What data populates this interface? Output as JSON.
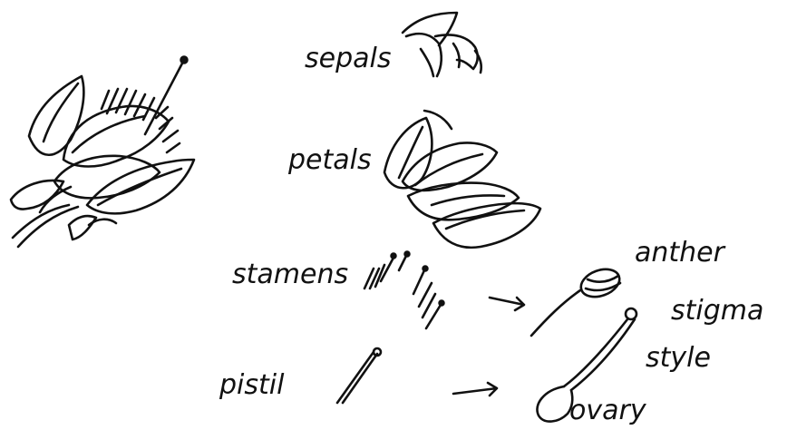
{
  "labels": {
    "sepals": "sepals",
    "petals": "petals",
    "stamens": "stamens",
    "anther": "anther",
    "stigma": "stigma",
    "pistil": "pistil",
    "style": "style",
    "ovary": "ovary"
  }
}
